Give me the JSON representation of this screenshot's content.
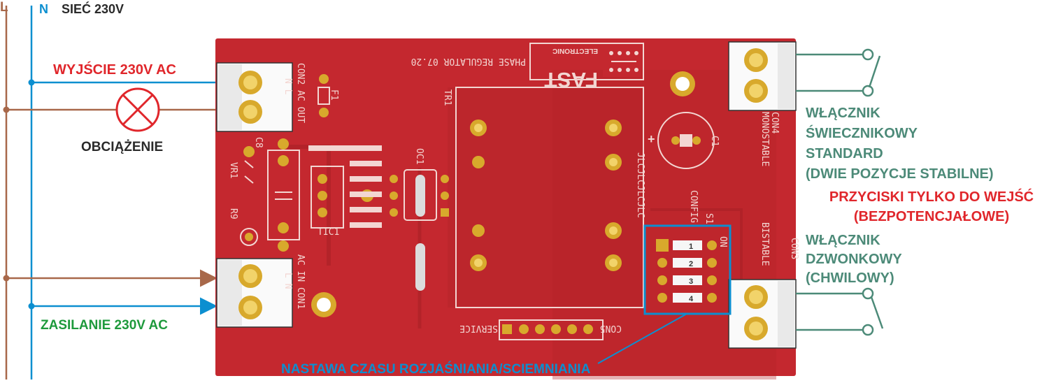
{
  "wire_labels": {
    "L": "L",
    "N": "N",
    "mains": "SIEĆ 230V"
  },
  "left_labels": {
    "output": "WYJŚCIE 230V AC",
    "load": "OBCIĄŻENIE",
    "supply": "ZASILANIE 230V AC"
  },
  "right_labels": {
    "switch1": [
      "WŁĄCZNIK",
      "ŚWIECZNIKOWY",
      "STANDARD",
      "(DWIE POZYCJE STABILNE)"
    ],
    "buttons_note": [
      "PRZYCISKI TYLKO DO WEJŚĆ",
      "(BEZPOTENCJAŁOWE)"
    ],
    "switch2": [
      "WŁĄCZNIK",
      "DZWONKOWY",
      "(CHWILOWY)"
    ]
  },
  "bottom_label": "NASTAWA CZASU ROZJAŚNIANIA/SCIEMNIANIA",
  "pcb": {
    "title": "PHASE REGULATOR 07.20",
    "logo": "FAST",
    "logo_sub": "ELECTRONIC",
    "con2": [
      "CON2 AC OUT",
      "N    L"
    ],
    "con1": [
      "AC IN CON1",
      "L    N"
    ],
    "con4": [
      "CON4",
      "MONOSTABLE"
    ],
    "con3": [
      "CON3",
      "BISTABLE"
    ],
    "con5": "CON5",
    "service": "SERVICE",
    "config": [
      "S1",
      "CONFIG",
      "ON"
    ],
    "dip_numbers": [
      "1",
      "2",
      "3",
      "4"
    ],
    "parts": {
      "f1": "F1",
      "tr1": "TR1",
      "oc1": "OC1",
      "tic1": "TIC1",
      "c8": "C8",
      "vr1": "VR1",
      "r9": "R9",
      "c1": "C1",
      "plus": "+",
      "jlc": "JLCJLCJLCJLC"
    }
  },
  "colors": {
    "pcb": "#c4282f",
    "pad": "#e7c043",
    "silk": "#f3d6d2",
    "L_wire": "#a8684a",
    "N_wire": "#0c8fd0",
    "switch_wire": "#4c8a78"
  }
}
